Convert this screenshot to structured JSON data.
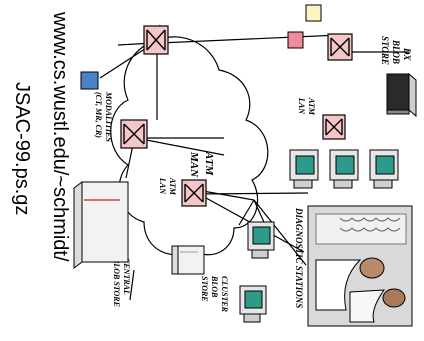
{
  "labels": {
    "dx_blob_store": [
      "DX",
      "BLOB",
      "STORE"
    ],
    "atm_man": [
      "ATM",
      "MAN"
    ],
    "atm_lan_top": [
      "ATM",
      "LAN"
    ],
    "atm_lan_bottom": [
      "ATM",
      "LAN"
    ],
    "modalities": [
      "MODALITIES",
      "(CT, MR, CR)"
    ],
    "diagnostic_stations": "DIAGNOSTIC STATIONS",
    "central_blob_store": [
      "CENTRAL",
      "BLOB STORE"
    ],
    "cluster_blob_store": [
      "CLUSTER",
      "BLOB",
      "STORE"
    ]
  },
  "url": [
    "www.cs.wustl.edu/~schmidt/",
    "JSAC-99.ps.gz"
  ],
  "colors": {
    "switch_fill": "#f4c6c8",
    "modality_yellow": "#fbf5c2",
    "modality_pink": "#f08a9c",
    "modality_blue": "#4a82c8",
    "monitor_screen": "#2e9a8c"
  }
}
